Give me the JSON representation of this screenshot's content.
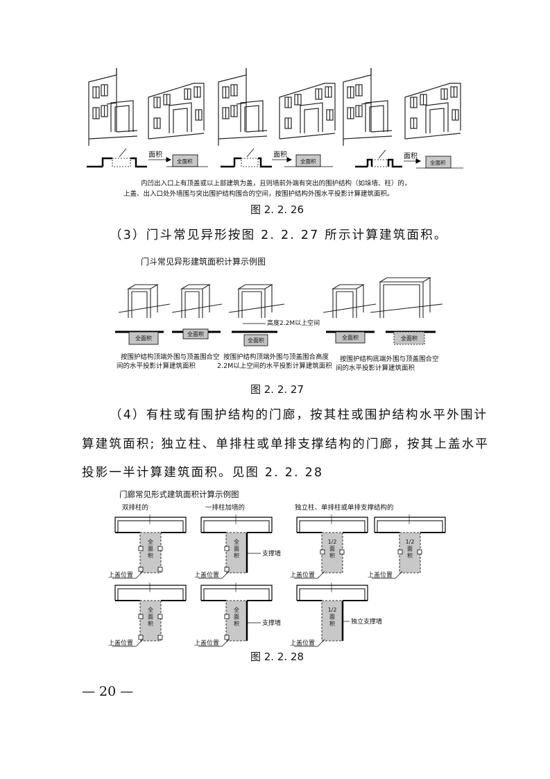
{
  "fig26": {
    "area_label_1": "面积",
    "area_label_2": "面积",
    "area_label_3": "面积",
    "box_label_1": "全面积",
    "box_label_2": "全面积",
    "box_label_3": "全面积",
    "note_line1": "内凹出入口上有顶盖或以上部建筑为盖，且则墙前外端有突出的围护结构（如垛墙、柱）的，",
    "note_line2": "上盖、出入口处外墙围与突出围护结构围合的空间，按围护结构外围水平投影计算建筑面积。",
    "caption": "图 2. 2. 26"
  },
  "para3": "（3）门斗常见异形按图 2. 2. 27 所示计算建筑面积。",
  "fig27": {
    "title": "门斗常见异形建筑面积计算示例图",
    "box_labels": [
      "全面积",
      "全面积",
      "全面积",
      "全面积",
      "全面积"
    ],
    "height_label": "高度2.2M以上空间",
    "note1_line1": "按围护结构顶端外围与顶盖围合空",
    "note1_line2": "间的水平投影计算建筑面积",
    "note2_line1": "按围护结构顶端外围与顶盖围合高度",
    "note2_line2": "2.2M以上空间的水平投影计算建筑面积",
    "note3_line1": "按围护结构底端外围与顶盖围合空",
    "note3_line2": "间的水平投影计算建筑面积",
    "caption": "图 2. 2. 27"
  },
  "para4": {
    "line1": "（4）有柱或有围护结构的门廊，按其柱或围护结构水平外围计",
    "line2": "算建筑面积; 独立柱、单排柱或单排支撑结构的门廊，按其上盖水平",
    "line3": "投影一半计算建筑面积。见图 2. 2. 28"
  },
  "fig28": {
    "title": "门廊常见形式建筑面积计算示例图",
    "head_double": "双排柱的",
    "head_single": "一排柱加墙的",
    "head_independent": "独立柱、单排柱或单排支撑结构的",
    "full_label_char1": "全",
    "full_label_char2": "面",
    "full_label_char3": "积",
    "half_label_1": "1/2",
    "half_label_2": "面",
    "half_label_3": "积",
    "cover_position": "上盖位置",
    "support_wall": "支撑墙",
    "independent_wall": "独立支撑墙",
    "caption": "图 2. 2. 28"
  },
  "page_number": "— 20 —"
}
